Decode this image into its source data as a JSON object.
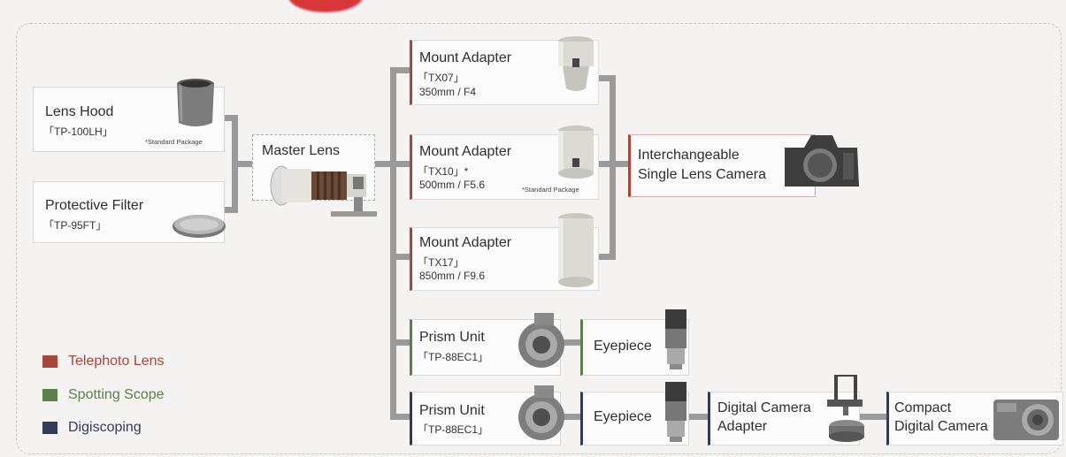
{
  "nodes": {
    "lens_hood": {
      "name": "Lens Hood",
      "model": "「TP-100LH」",
      "note": "*Standard Package"
    },
    "protective_filter": {
      "name": "Protective Filter",
      "model": "「TP-95FT」"
    },
    "master_lens": {
      "name": "Master Lens"
    },
    "mount_tx07": {
      "name": "Mount Adapter",
      "model": "「TX07」",
      "spec": "350mm / F4"
    },
    "mount_tx10": {
      "name": "Mount Adapter",
      "model": "「TX10」*",
      "spec": "500mm / F5.6",
      "note": "*Standard Package"
    },
    "mount_tx17": {
      "name": "Mount Adapter",
      "model": "「TX17」",
      "spec": "850mm / F9.6"
    },
    "camera": {
      "line1": "Interchangeable",
      "line2": "Single Lens Camera"
    },
    "prism1": {
      "name": "Prism Unit",
      "model": "「TP-88EC1」"
    },
    "eyepiece1": {
      "name": "Eyepiece"
    },
    "prism2": {
      "name": "Prism Unit",
      "model": "「TP-88EC1」"
    },
    "eyepiece2": {
      "name": "Eyepiece"
    },
    "digi_adapter": {
      "line1": "Digital Camera",
      "line2": "Adapter"
    },
    "compact_camera": {
      "line1": "Compact",
      "line2": "Digital Camera"
    }
  },
  "legend": [
    {
      "label": "Telephoto Lens",
      "color": "#a8463a"
    },
    {
      "label": "Spotting Scope",
      "color": "#5c8049"
    },
    {
      "label": "Digiscoping",
      "color": "#343a5c"
    }
  ],
  "icons": [
    "lens-hood-icon",
    "filter-icon",
    "master-lens-icon",
    "mount-adapter-icon",
    "camera-body-icon",
    "prism-unit-icon",
    "eyepiece-icon",
    "digital-camera-adapter-icon",
    "compact-camera-icon"
  ]
}
